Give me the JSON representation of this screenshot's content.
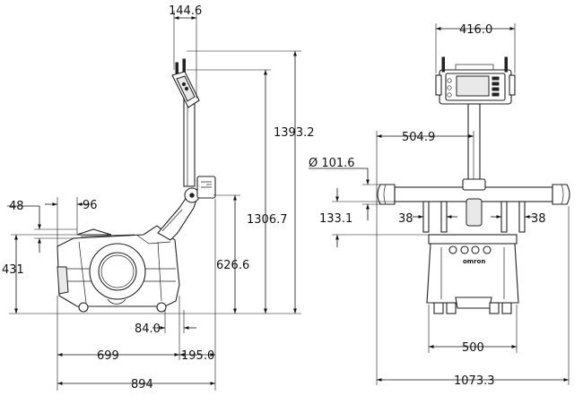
{
  "dimensions": {
    "side_view": {
      "handle_width": "144.6",
      "total_height": "1393.2",
      "mast_height": "1306.7",
      "dim_48": "48",
      "dim_96": "96",
      "body_height": "431",
      "bracket_height": "626.6",
      "offset_84": "84.0",
      "base_length": "699",
      "overhang": "195.0",
      "total_length": "894"
    },
    "front_view": {
      "controller_width": "416.0",
      "arm_offset": "504.9",
      "pipe_diameter": "Ø 101.6",
      "arm_drop": "133.1",
      "left_38": "38",
      "right_38": "38",
      "base_width": "500",
      "total_width": "1073.3"
    }
  },
  "labels": {
    "brand": "omron"
  }
}
